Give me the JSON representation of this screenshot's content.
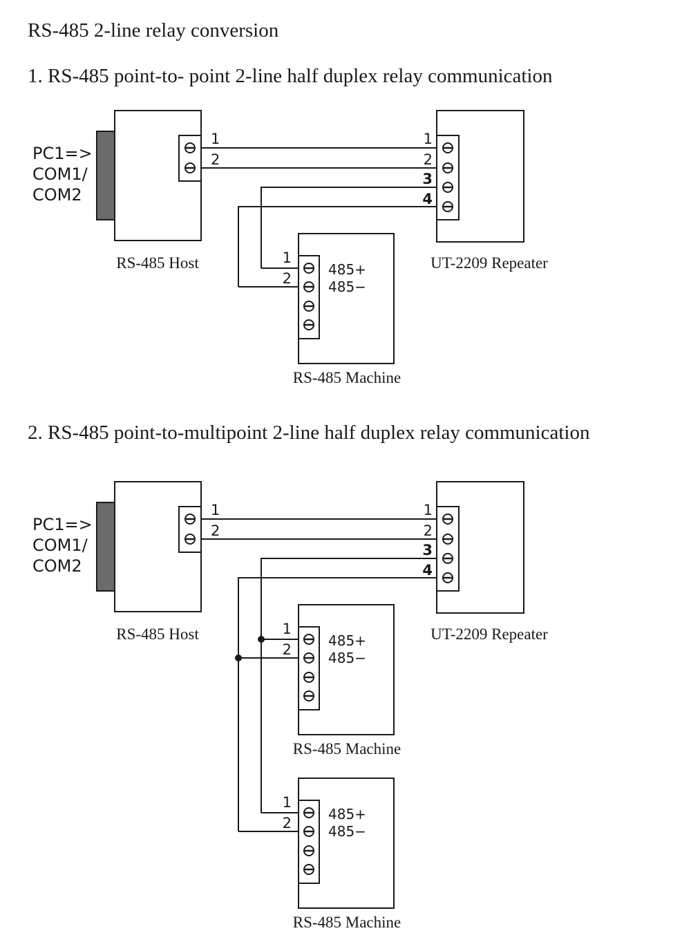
{
  "title": "RS-485 2-line relay conversion",
  "sections": [
    {
      "heading": "1. RS-485 point-to- point 2-line half duplex relay communication",
      "pc_label": [
        "PC1=>",
        "COM1/",
        "COM2"
      ],
      "host_label": "RS-485 Host",
      "repeater_label": "UT-2209 Repeater",
      "host_pins": [
        "1",
        "2"
      ],
      "repeater_pins": [
        "1",
        "2",
        "3",
        "4"
      ],
      "machines": [
        {
          "label": "RS-485 Machine",
          "pins": [
            "1",
            "2"
          ],
          "signals": [
            "485+",
            "485−"
          ]
        }
      ]
    },
    {
      "heading": "2. RS-485 point-to-multipoint 2-line half duplex relay communication",
      "pc_label": [
        "PC1=>",
        "COM1/",
        "COM2"
      ],
      "host_label": "RS-485 Host",
      "repeater_label": "UT-2209 Repeater",
      "host_pins": [
        "1",
        "2"
      ],
      "repeater_pins": [
        "1",
        "2",
        "3",
        "4"
      ],
      "machines": [
        {
          "label": "RS-485 Machine",
          "pins": [
            "1",
            "2"
          ],
          "signals": [
            "485+",
            "485−"
          ]
        },
        {
          "label": "RS-485 Machine",
          "pins": [
            "1",
            "2"
          ],
          "signals": [
            "485+",
            "485−"
          ]
        }
      ]
    }
  ],
  "connections": [
    "Host pin 1 -> Repeater pin 1",
    "Host pin 2 -> Repeater pin 2",
    "Repeater pin 3 -> Machine 485+ (pin 1)",
    "Repeater pin 4 -> Machine 485- (pin 2)"
  ]
}
